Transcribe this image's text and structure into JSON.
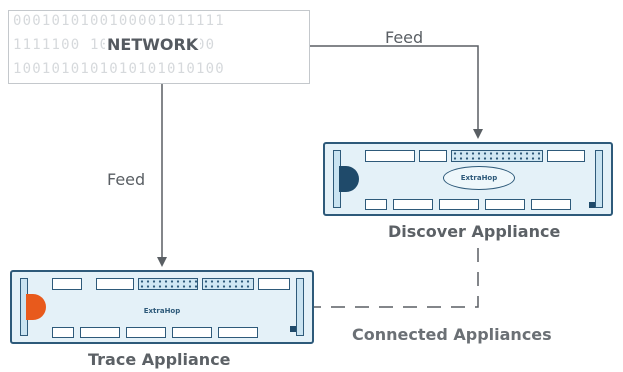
{
  "network": {
    "label": "NETWORK",
    "binary_rows": [
      "0001010100100001011111",
      "1111100 1001001001000",
      "1001010101010101010100"
    ]
  },
  "connections": {
    "feed_to_discover": "Feed",
    "feed_to_trace": "Feed",
    "connected_label": "Connected Appliances"
  },
  "appliances": {
    "discover": {
      "caption": "Discover Appliance",
      "logo": "ExtraHop"
    },
    "trace": {
      "caption": "Trace Appliance",
      "logo": "ExtraHop"
    }
  },
  "colors": {
    "chassis_outline": "#2e5a7a",
    "chassis_fill": "#e4f1f8",
    "trace_handle": "#e85a1c",
    "discover_handle": "#1f4a6a",
    "line": "#5a5f64"
  }
}
